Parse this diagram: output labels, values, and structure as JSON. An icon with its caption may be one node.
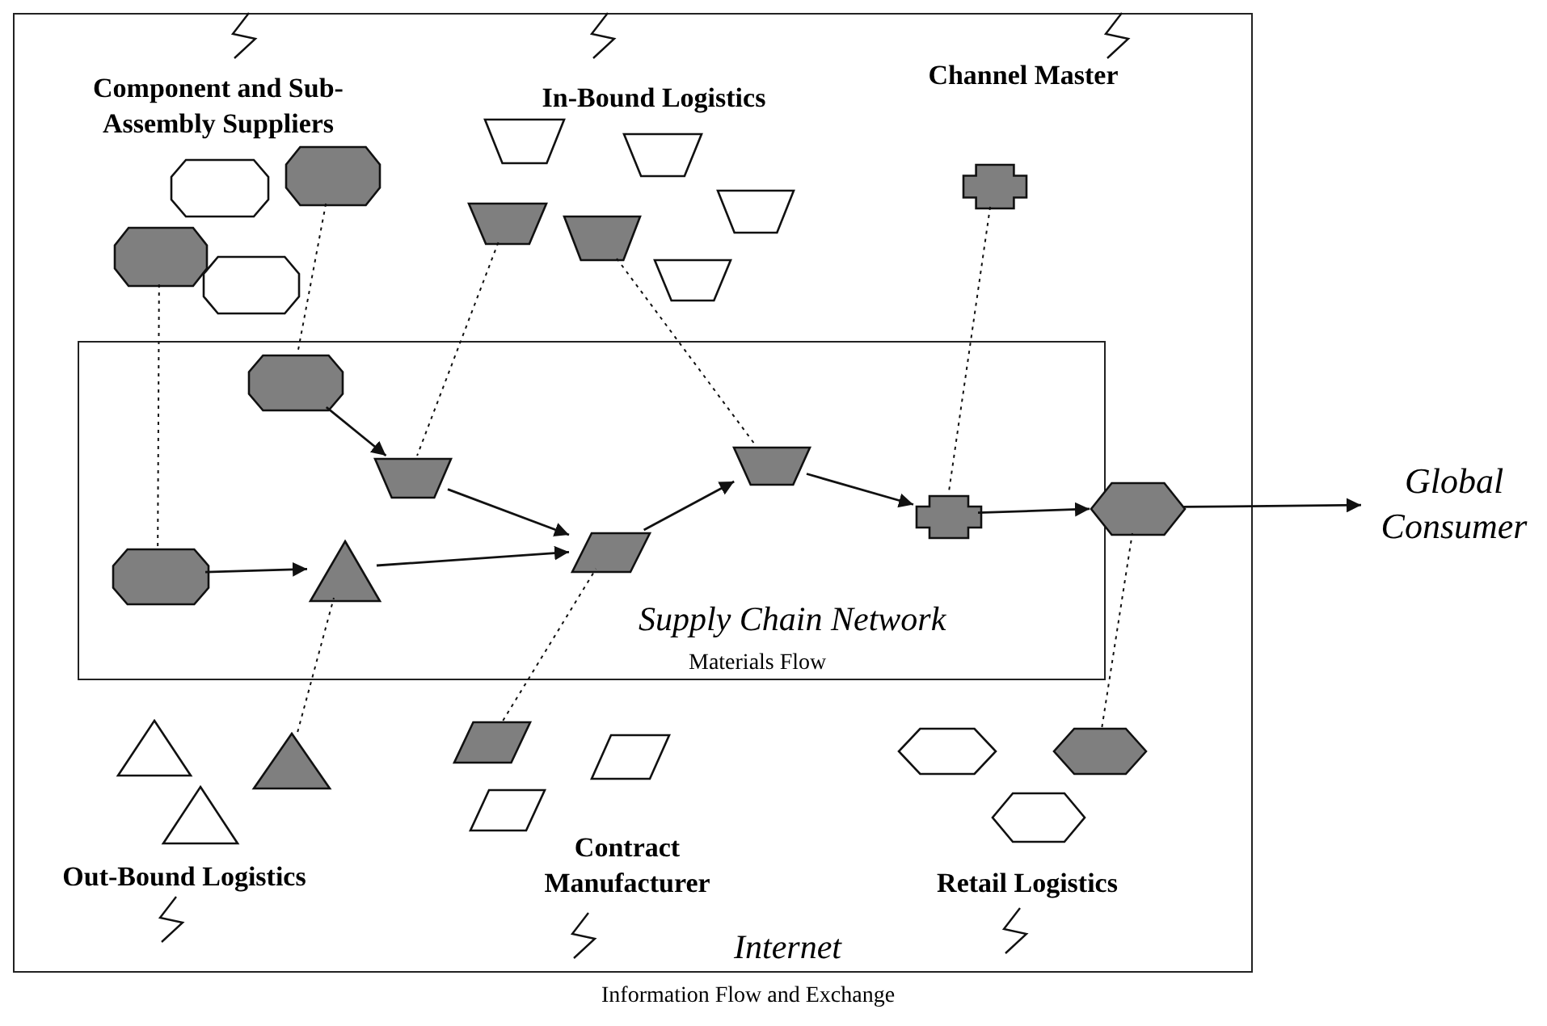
{
  "diagram": {
    "nodes": [
      {
        "text": [
          "Internet"
        ],
        "beside": [
          "Information Flow and Exchange"
        ]
      },
      {
        "text": [
          "Supply Chain Network",
          "Materials Flow"
        ],
        "in": 0
      },
      {
        "text": [],
        "shape": "octagon",
        "in": 0
      },
      {
        "text": [],
        "shape": "octagon",
        "in": 0
      },
      {
        "text": [],
        "shape": "octagon",
        "in": 0
      },
      {
        "text": [],
        "shape": "octagon",
        "in": 0
      },
      {
        "text": [],
        "shape": "trapezoid",
        "in": 0
      },
      {
        "text": [],
        "shape": "trapezoid",
        "in": 0
      },
      {
        "text": [],
        "shape": "trapezoid",
        "in": 0
      },
      {
        "text": [],
        "shape": "trapezoid",
        "in": 0
      },
      {
        "text": [],
        "shape": "trapezoid",
        "in": 0
      },
      {
        "text": [],
        "shape": "trapezoid",
        "in": 0
      },
      {
        "text": [],
        "shape": "cross",
        "in": 0
      },
      {
        "text": [],
        "shape": "octagon",
        "in": 1
      },
      {
        "text": [],
        "shape": "trapezoid",
        "in": 1
      },
      {
        "text": [],
        "shape": "octagon",
        "in": 1
      },
      {
        "text": [],
        "shape": "triangle",
        "in": 1
      },
      {
        "text": [],
        "shape": "parallelogram",
        "in": 1
      },
      {
        "text": [],
        "shape": "trapezoid",
        "in": 1
      },
      {
        "text": [],
        "shape": "cross",
        "in": 1
      },
      {
        "text": [],
        "shape": "hexagon",
        "in": 0
      },
      {
        "text": [],
        "shape": "triangle",
        "in": 0
      },
      {
        "text": [],
        "shape": "triangle",
        "in": 0
      },
      {
        "text": [],
        "shape": "triangle",
        "in": 0
      },
      {
        "text": [],
        "shape": "parallelogram",
        "in": 0
      },
      {
        "text": [],
        "shape": "parallelogram",
        "in": 0
      },
      {
        "text": [],
        "shape": "parallelogram",
        "in": 0
      },
      {
        "text": [],
        "shape": "hexagon",
        "in": 0
      },
      {
        "text": [],
        "shape": "hexagon",
        "in": 0
      },
      {
        "text": [],
        "shape": "hexagon",
        "in": 0
      },
      {
        "text": [
          "Global Consumer"
        ]
      }
    ],
    "edges": [
      {
        "from": 13,
        "to": 14,
        "arrow": "to"
      },
      {
        "from": 14,
        "to": 17,
        "arrow": "to"
      },
      {
        "from": 15,
        "to": 16,
        "arrow": "to"
      },
      {
        "from": 16,
        "to": 17,
        "arrow": "to"
      },
      {
        "from": 17,
        "to": 18,
        "arrow": "to"
      },
      {
        "from": 18,
        "to": 19,
        "arrow": "to"
      },
      {
        "from": 19,
        "to": 20,
        "arrow": "to"
      },
      {
        "from": 20,
        "to": 30,
        "arrow": "to"
      },
      {
        "from": 4,
        "to": 15,
        "arrow": "none",
        "style": "dashed"
      },
      {
        "from": 3,
        "to": 13,
        "arrow": "none",
        "style": "dashed"
      },
      {
        "from": 9,
        "to": 14,
        "arrow": "none",
        "style": "dashed"
      },
      {
        "from": 10,
        "to": 18,
        "arrow": "none",
        "style": "dashed"
      },
      {
        "from": 12,
        "to": 19,
        "arrow": "none",
        "style": "dashed"
      },
      {
        "from": 23,
        "to": 16,
        "arrow": "none",
        "style": "dashed"
      },
      {
        "from": 24,
        "to": 17,
        "arrow": "none",
        "style": "dashed"
      },
      {
        "from": 28,
        "to": 20,
        "arrow": "none",
        "style": "dashed"
      }
    ],
    "labels": [
      "Component and Sub-Assembly Suppliers",
      "In-Bound Logistics",
      "Channel Master",
      "Out-Bound Logistics",
      "Contract Manufacturer",
      "Retail Logistics"
    ]
  }
}
